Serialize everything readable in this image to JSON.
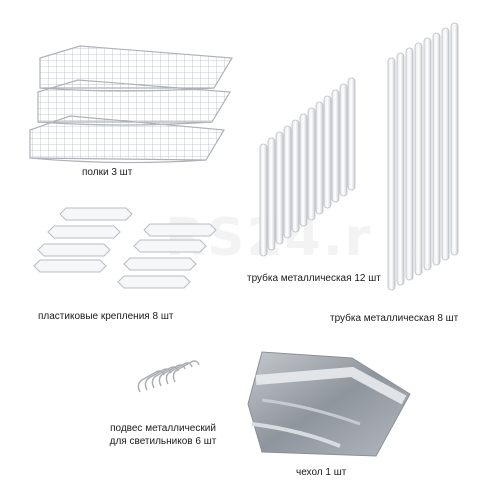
{
  "items": [
    {
      "label": "полки 3 шт"
    },
    {
      "label": "трубка металлическая 12 шт"
    },
    {
      "label": "трубка металлическая 8 шт"
    },
    {
      "label": "пластиковые крепления 8 шт"
    },
    {
      "label_line1": "подвес металлический",
      "label_line2": "для светильников 6 шт"
    },
    {
      "label": "чехол 1 шт"
    }
  ],
  "watermark": {
    "text": "RS24.r"
  },
  "colors": {
    "background": "#ffffff",
    "outline": "#b8bcc2",
    "fill_light": "#f4f5f6",
    "cover": "#9ea4ab"
  }
}
